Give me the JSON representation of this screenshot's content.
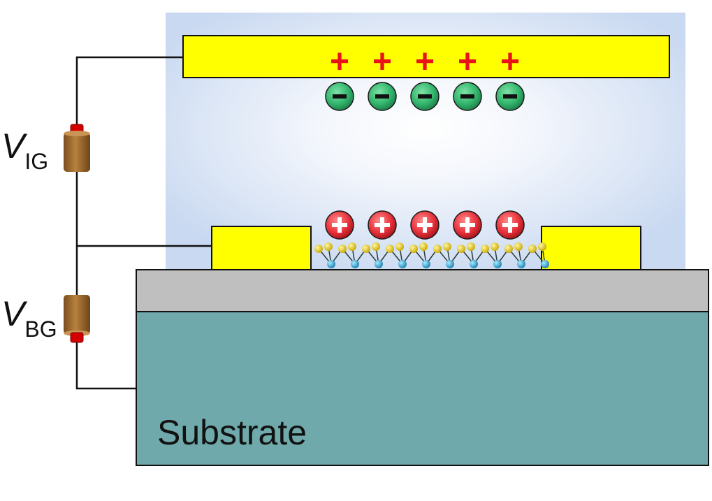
{
  "labels": {
    "vig_main": "V",
    "vig_sub": "IG",
    "vbg_main": "V",
    "vbg_sub": "BG",
    "substrate": "Substrate"
  },
  "charges": {
    "top_plus_symbol": "+",
    "negative_ion_symbol": "−",
    "positive_ion_symbol": "+",
    "count": 5
  },
  "colors": {
    "gate": "#ffff00",
    "contact": "#ffff00",
    "oxide": "#bfbfbf",
    "substrate": "#6fa9ab",
    "electrolyte_edge": "#c9d9f1",
    "plus_sign": "#e8141a",
    "negative_ion": "#32b56d",
    "positive_ion": "#e8323c",
    "wire": "#111111",
    "battery_body": "#9b6a34",
    "battery_terminal": "#d40000",
    "atom_yellow": "#e8d40a",
    "atom_cyan": "#2aa8d8"
  }
}
